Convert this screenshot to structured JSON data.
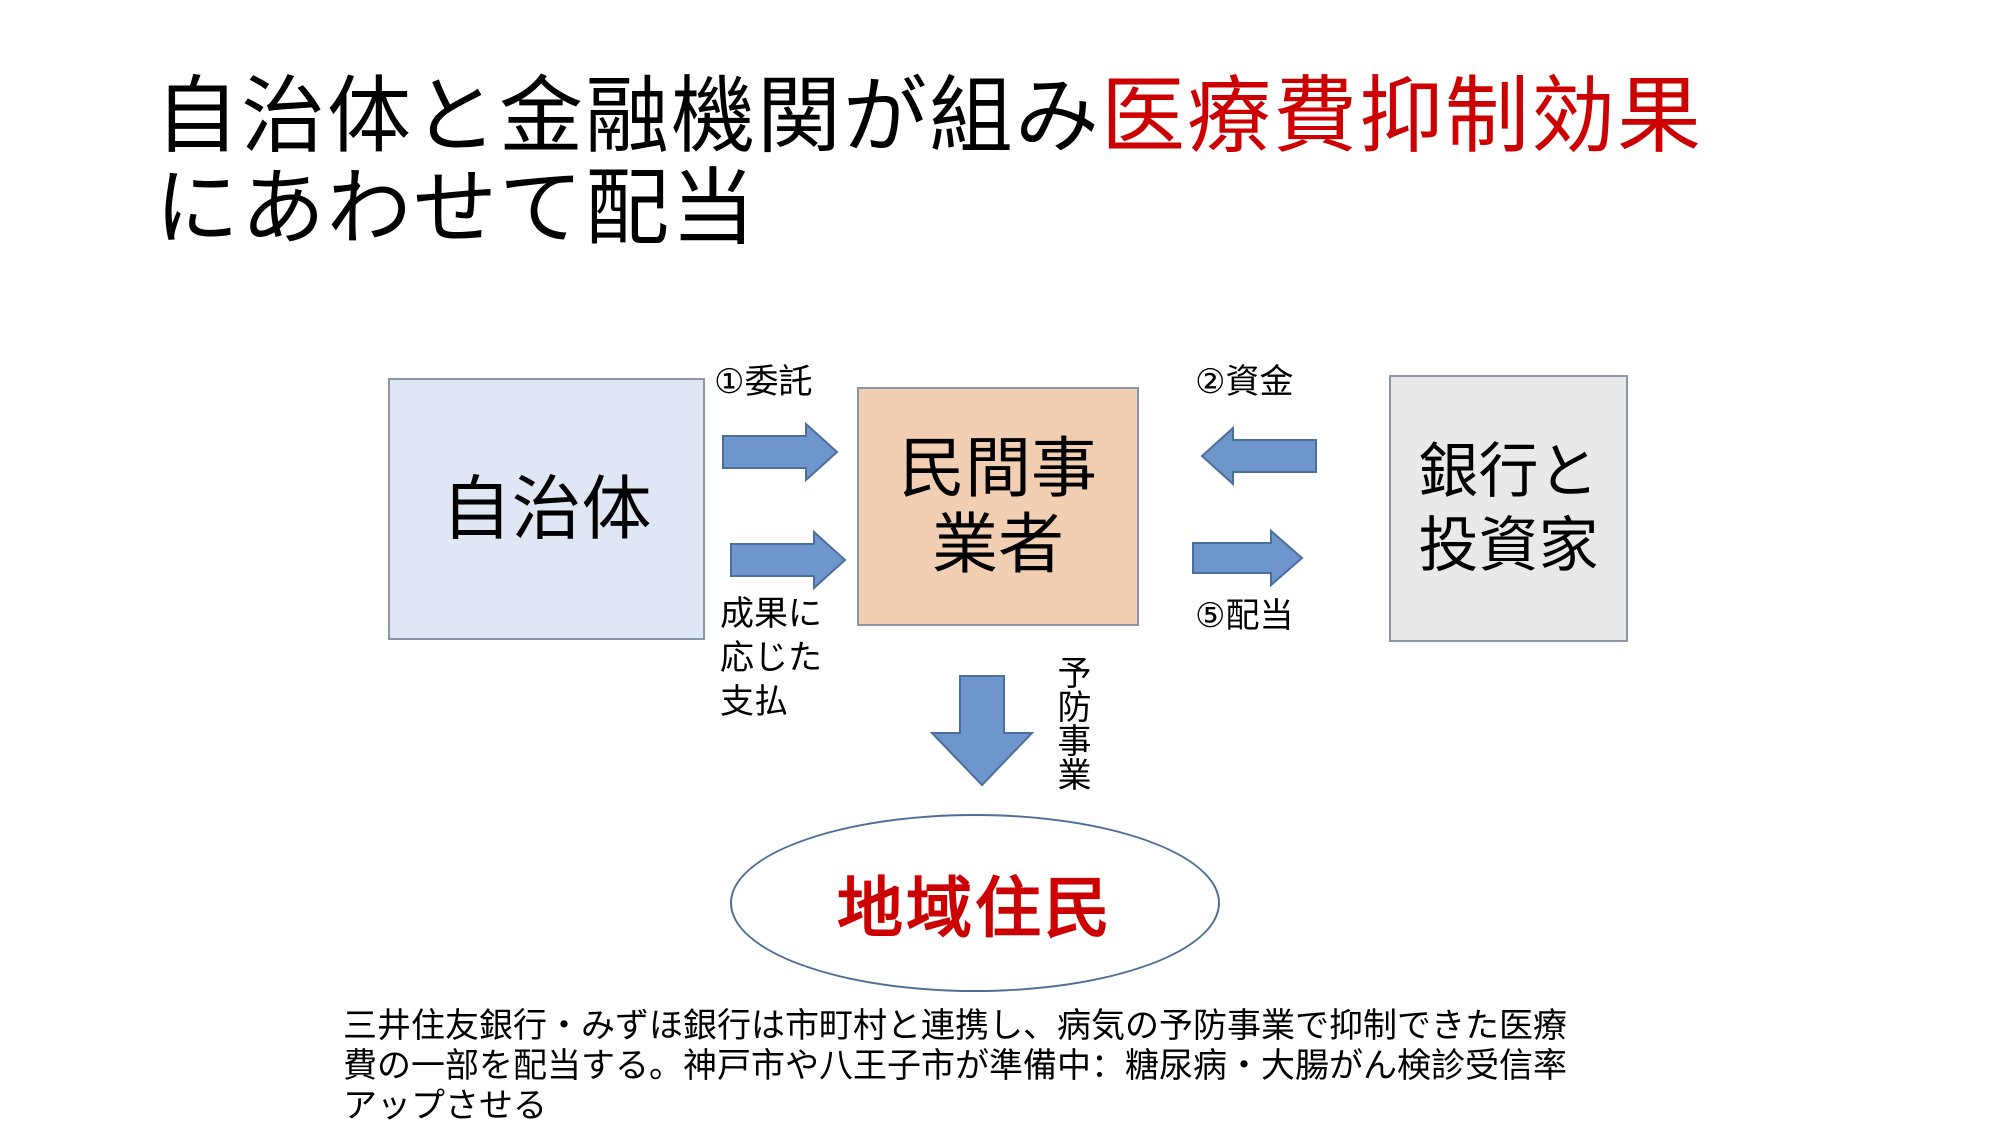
{
  "title": {
    "line1_black": "自治体と金融機関が組み",
    "line1_red": "医療費抑制効果",
    "line2": "にあわせて配当"
  },
  "nodes": {
    "municipality": "自治体",
    "private_operator_line1": "民間事",
    "private_operator_line2": "業者",
    "bank_line1": "銀行と",
    "bank_line2": "投資家",
    "residents": "地域住民"
  },
  "labels": {
    "consign": "①委託",
    "funds": "②資金",
    "dividend": "⑤配当",
    "payment_line1": "成果に",
    "payment_line2": "応じた",
    "payment_line3": "支払",
    "prevention": "予防事業"
  },
  "note": {
    "line1": "三井住友銀行・みずほ銀行は市町村と連携し、病気の予防事業で抑制できた医療",
    "line2": "費の一部を配当する。神戸市や八王子市が準備中：糖尿病・大腸がん検診受信率",
    "line3": "アップさせる"
  },
  "colors": {
    "accent_red": "#cc0000",
    "arrow_fill": "#6f96cc",
    "arrow_stroke": "#4a6f9e",
    "municipality_fill": "#dfe7f5",
    "private_fill": "#f2cfb3",
    "bank_fill": "#e9e9e9"
  }
}
